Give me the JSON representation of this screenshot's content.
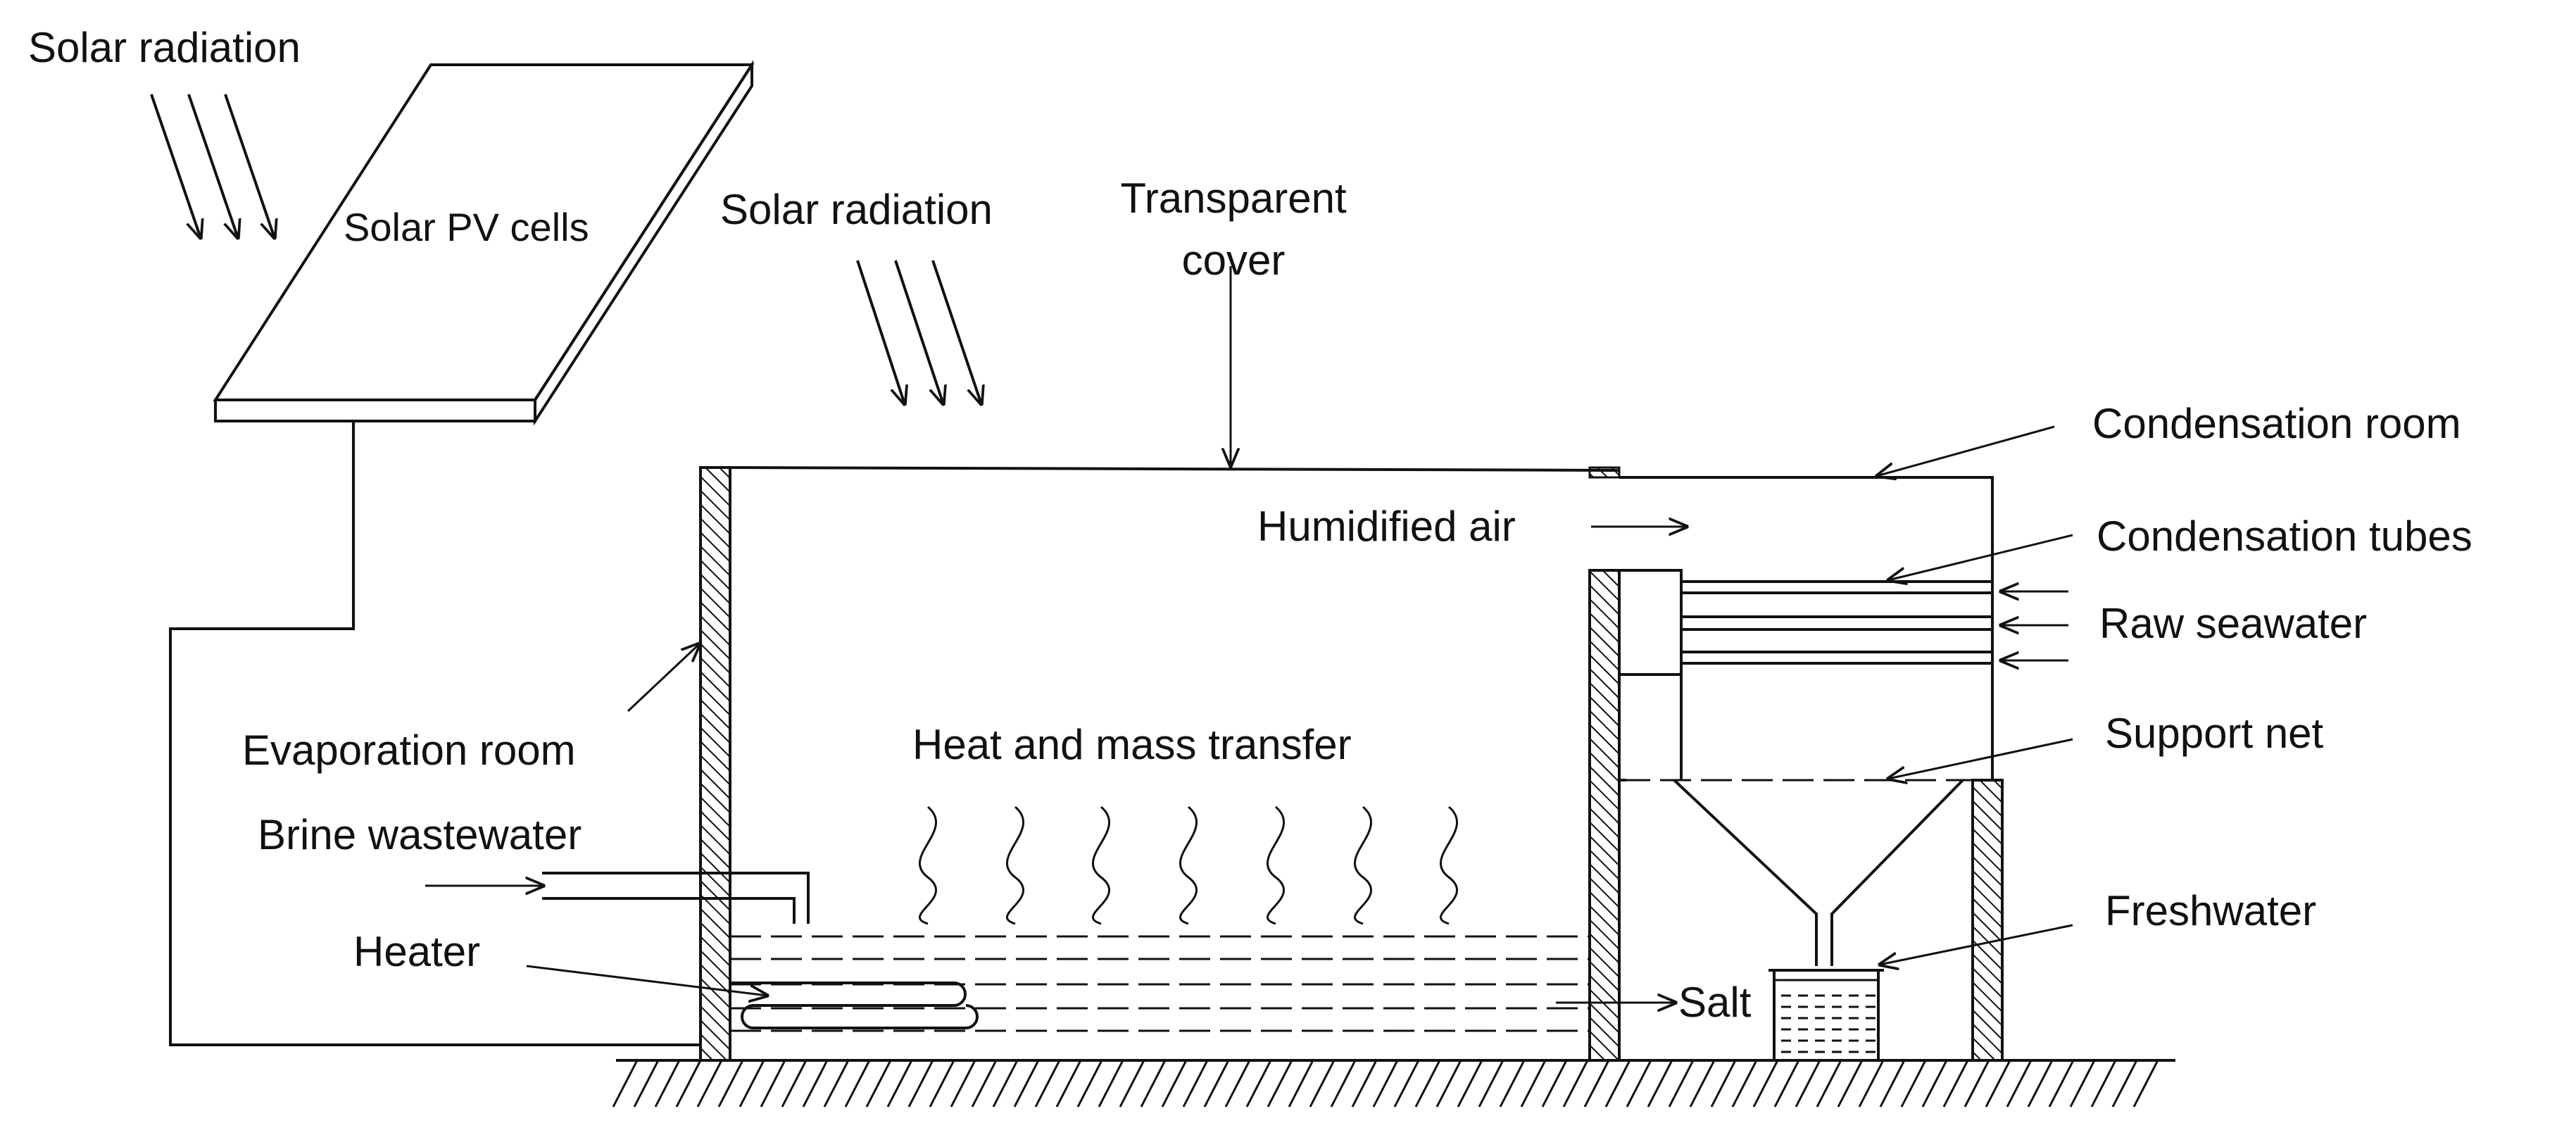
{
  "labels": {
    "solar_radiation_left": "Solar radiation",
    "solar_pv_cells": "Solar PV cells",
    "solar_radiation_center": "Solar radiation",
    "transparent_cover_line1": "Transparent",
    "transparent_cover_line2": "cover",
    "condensation_room": "Condensation room",
    "humidified_air": "Humidified air",
    "condensation_tubes": "Condensation tubes",
    "raw_seawater": "Raw seawater",
    "support_net": "Support net",
    "evaporation_room": "Evaporation room",
    "heat_and_mass_transfer": "Heat and mass transfer",
    "brine_wastewater": "Brine wastewater",
    "heater": "Heater",
    "freshwater": "Freshwater",
    "salt": "Salt"
  }
}
